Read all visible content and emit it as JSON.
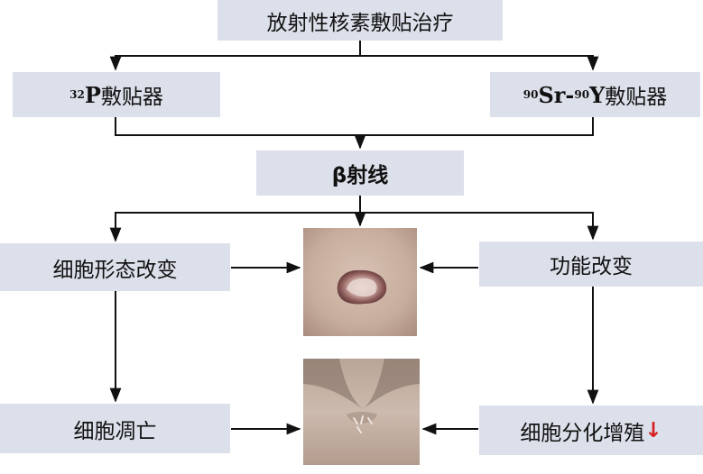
{
  "nodes": {
    "top": "放射性核素敷贴治疗",
    "p32": {
      "sup": "32",
      "iso": "P",
      "label": "敷贴器"
    },
    "sry": {
      "sup1": "90",
      "iso1": "Sr-",
      "sup2": "90",
      "iso2": "Y",
      "label": "敷贴器"
    },
    "beta": "β射线",
    "morph": "细胞形态改变",
    "func": "功能改变",
    "apop": "细胞凋亡",
    "prolif": {
      "label": "细胞分化增殖",
      "arrow": "↓"
    }
  },
  "colors": {
    "box_fill": "#dce0ea",
    "arrow_color": "#111111",
    "down_arrow": "#d61f1f"
  }
}
